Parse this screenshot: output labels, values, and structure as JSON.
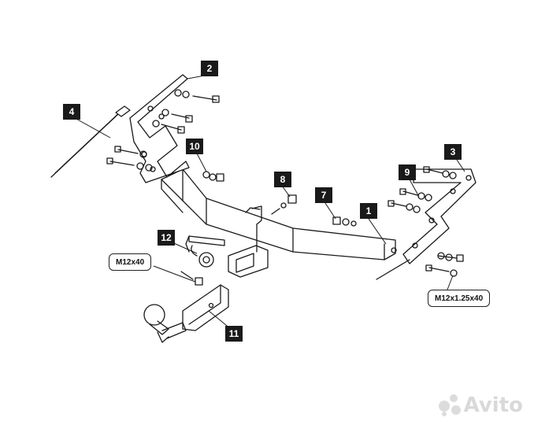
{
  "callouts": {
    "n1": "1",
    "n2": "2",
    "n3": "3",
    "n4": "4",
    "n7": "7",
    "n8": "8",
    "n9": "9",
    "n10": "10",
    "n11": "11",
    "n12": "12"
  },
  "specs": {
    "bolt_m12x40": "M12x40",
    "bolt_m12x125x40": "M12x1.25x40"
  },
  "watermark": {
    "text": "Avito"
  },
  "colors": {
    "line": "#1a1a1a",
    "label_bg": "#1a1a1a",
    "watermark": "#d9d9d9"
  }
}
